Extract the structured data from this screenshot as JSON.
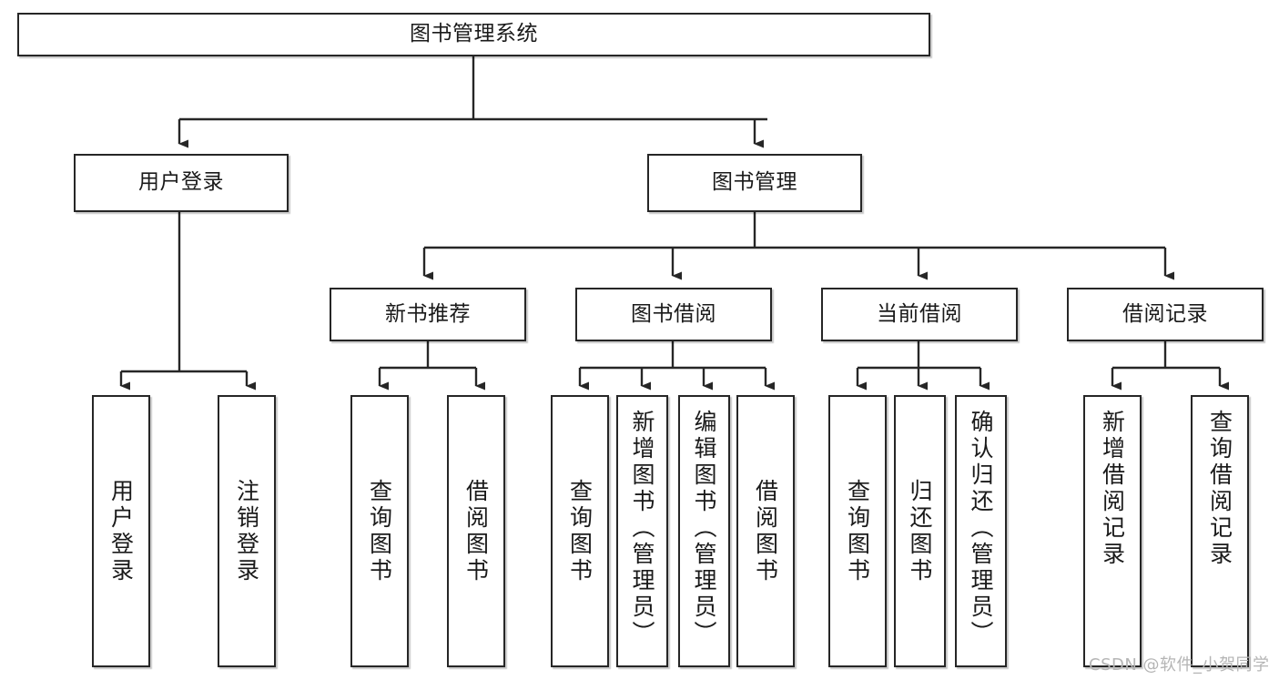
{
  "diagram": {
    "type": "tree-hierarchy",
    "title": "图书管理系统",
    "watermark": "CSDN @软件_小贺同学",
    "colors": {
      "node_border": "#262626",
      "node_fill": "#ffffff",
      "connector": "#262626",
      "background": "#ffffff",
      "watermark": "#b5b5b5"
    },
    "nodes": {
      "root": {
        "label": "图书管理系统"
      },
      "level2": [
        {
          "id": "user-login",
          "label": "用户登录"
        },
        {
          "id": "book-management",
          "label": "图书管理"
        }
      ],
      "level3": [
        {
          "id": "new-book-recommend",
          "label": "新书推荐"
        },
        {
          "id": "book-borrow",
          "label": "图书借阅"
        },
        {
          "id": "current-borrow",
          "label": "当前借阅"
        },
        {
          "id": "borrow-record",
          "label": "借阅记录"
        }
      ],
      "leaves": {
        "user_login": [
          {
            "id": "leaf-user-login",
            "label": "用户登录"
          },
          {
            "id": "leaf-logout-login",
            "label": "注销登录"
          }
        ],
        "new_book_recommend": [
          {
            "id": "leaf-query-book-1",
            "label": "查询图书"
          },
          {
            "id": "leaf-borrow-book-1",
            "label": "借阅图书"
          }
        ],
        "book_borrow": [
          {
            "id": "leaf-query-book-2",
            "label": "查询图书"
          },
          {
            "id": "leaf-add-book",
            "label": "新增图书（管理员）"
          },
          {
            "id": "leaf-edit-book",
            "label": "编辑图书（管理员）"
          },
          {
            "id": "leaf-borrow-book-2",
            "label": "借阅图书"
          }
        ],
        "current_borrow": [
          {
            "id": "leaf-query-book-3",
            "label": "查询图书"
          },
          {
            "id": "leaf-return-book",
            "label": "归还图书"
          },
          {
            "id": "leaf-confirm-return",
            "label": "确认归还（管理员）"
          }
        ],
        "borrow_record": [
          {
            "id": "leaf-add-borrow-record",
            "label": "新增借阅记录"
          },
          {
            "id": "leaf-query-borrow-record",
            "label": "查询借阅记录"
          }
        ]
      }
    }
  }
}
